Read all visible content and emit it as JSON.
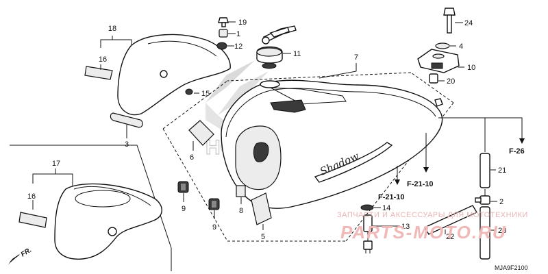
{
  "callouts": {
    "n1": "1",
    "n2": "2",
    "n3": "3",
    "n4": "4",
    "n5": "5",
    "n6": "6",
    "n7": "7",
    "n8": "8",
    "n9a": "9",
    "n9b": "9",
    "n10": "10",
    "n11": "11",
    "n12": "12",
    "n13": "13",
    "n14": "14",
    "n15": "15",
    "n16a": "16",
    "n16b": "16",
    "n17": "17",
    "n18": "18",
    "n19": "19",
    "n20": "20",
    "n21": "21",
    "n22": "22",
    "n23": "23",
    "n24": "24"
  },
  "references": {
    "f26": "F-26",
    "f2110a": "F-21-10",
    "f2110b": "F-21-10"
  },
  "orientation_label": "FR.",
  "diagram_code": "MJA9F2100",
  "brand_lettering": "HONDA",
  "tank_script": "Shadow",
  "watermark": {
    "line1": "ЗАПЧАСТИ И АКСЕССУАРЫ ДЛЯ МОТОТЕХНИКИ",
    "line2": "PARTS-MOTO.RU"
  }
}
